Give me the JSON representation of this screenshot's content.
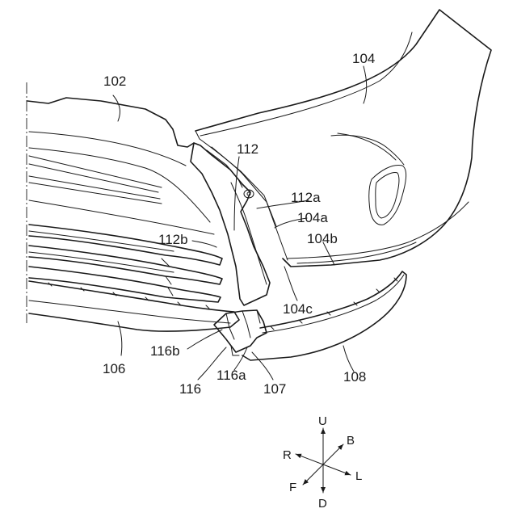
{
  "labels": {
    "l102": "102",
    "l104": "104",
    "l112": "112",
    "l112a": "112a",
    "l104a": "104a",
    "l112b": "112b",
    "l104b": "104b",
    "l104c": "104c",
    "l116b": "116b",
    "l106": "106",
    "l116a": "116a",
    "l116": "116",
    "l107": "107",
    "l108": "108"
  },
  "directions": {
    "up": "U",
    "down": "D",
    "back": "B",
    "front": "F",
    "right": "R",
    "left": "L"
  }
}
